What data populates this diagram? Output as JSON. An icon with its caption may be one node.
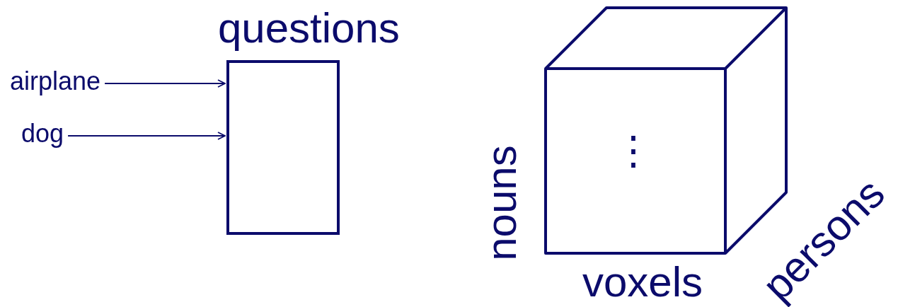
{
  "diagram": {
    "nodes": [
      {
        "text": [
          "questions"
        ]
      },
      {
        "text": [
          "airplane"
        ]
      },
      {
        "text": [
          "dog"
        ]
      },
      {
        "text": [
          "⋮"
        ],
        "beside": [
          "nouns",
          "voxels",
          "persons"
        ]
      }
    ],
    "edges": [
      {
        "from": 1,
        "to": 0,
        "arrow": "to"
      },
      {
        "from": 2,
        "to": 0,
        "arrow": "to"
      }
    ]
  }
}
